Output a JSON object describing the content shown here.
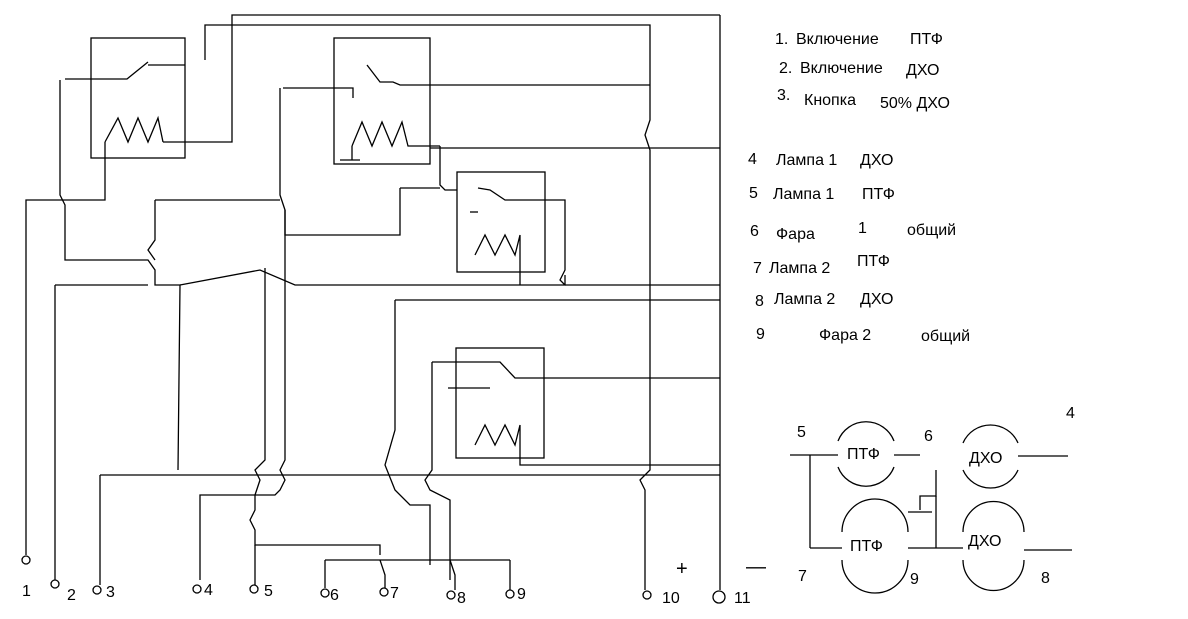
{
  "legend": [
    {
      "num": "1.",
      "text": "Включение",
      "tag": "ПТФ"
    },
    {
      "num": "2.",
      "text": "Включение",
      "tag": "ДХО"
    },
    {
      "num": "3.",
      "text": "Кнопка",
      "tag": "50% ДХО"
    },
    {
      "num": "4",
      "text": "Лампа 1",
      "tag": "ДХО"
    },
    {
      "num": "5",
      "text": "Лампа 1",
      "tag": "ПТФ"
    },
    {
      "num": "6",
      "text": "Фара",
      "tag": "1",
      "extra": "общий"
    },
    {
      "num": "7",
      "text": "Лампа 2",
      "tag": "ПТФ"
    },
    {
      "num": "8",
      "text": "Лампа 2",
      "tag": "ДХО"
    },
    {
      "num": "9",
      "text": "Фара 2",
      "tag": "",
      "extra": "общий"
    }
  ],
  "terminals": [
    "1",
    "2",
    "3",
    "4",
    "5",
    "6",
    "7",
    "8",
    "9",
    "10",
    "11"
  ],
  "polarity": {
    "plus": "+",
    "minus": "—"
  },
  "lamps": {
    "top_left": "ПТФ",
    "top_right": "ДХО",
    "bottom_left": "ПТФ",
    "bottom_right": "ДХО",
    "labels": {
      "l5": "5",
      "l6": "6",
      "l4": "4",
      "l7": "7",
      "l9": "9",
      "l8": "8"
    }
  }
}
